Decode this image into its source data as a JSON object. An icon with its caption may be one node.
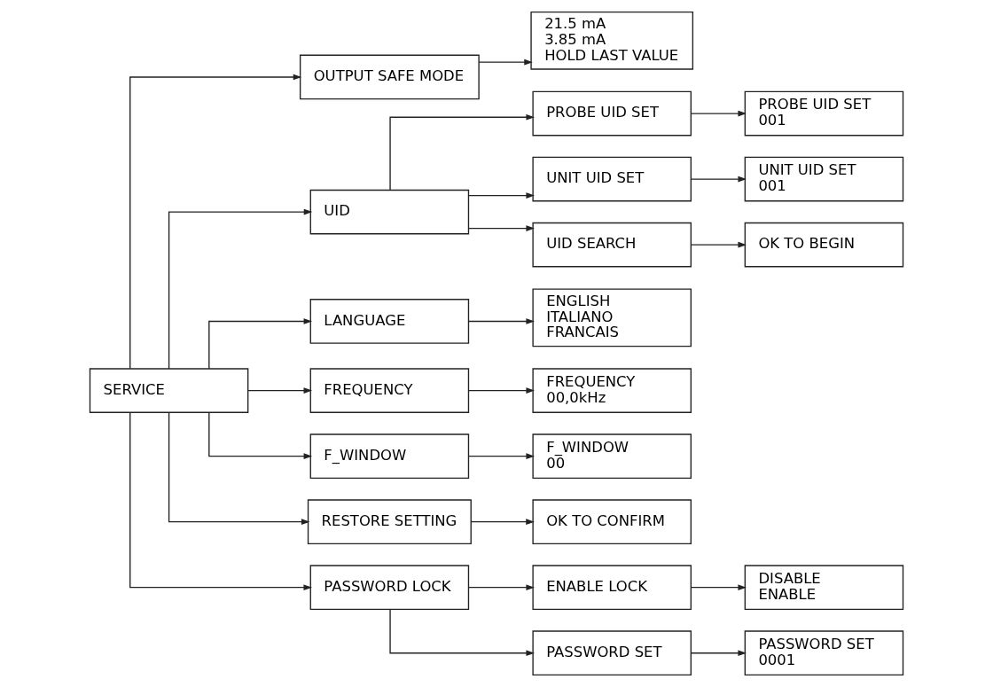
{
  "diagram": {
    "nodes": [
      {
        "text": [
          "SERVICE"
        ]
      },
      {
        "text": [
          "OUTPUT SAFE MODE"
        ]
      },
      {
        "text": [
          "21.5 mA",
          "3.85 mA",
          "HOLD LAST VALUE"
        ]
      },
      {
        "text": [
          "UID"
        ]
      },
      {
        "text": [
          "PROBE UID SET"
        ]
      },
      {
        "text": [
          "PROBE UID SET",
          "001"
        ]
      },
      {
        "text": [
          "UNIT UID SET"
        ]
      },
      {
        "text": [
          "UNIT UID SET",
          "001"
        ]
      },
      {
        "text": [
          "UID SEARCH"
        ]
      },
      {
        "text": [
          "OK TO BEGIN"
        ]
      },
      {
        "text": [
          "LANGUAGE"
        ]
      },
      {
        "text": [
          "ENGLISH",
          "ITALIANO",
          "FRANCAIS"
        ]
      },
      {
        "text": [
          "FREQUENCY"
        ]
      },
      {
        "text": [
          "FREQUENCY",
          "00,0kHz"
        ]
      },
      {
        "text": [
          "F_WINDOW"
        ]
      },
      {
        "text": [
          "F_WINDOW",
          "00"
        ]
      },
      {
        "text": [
          "RESTORE SETTING"
        ]
      },
      {
        "text": [
          "OK TO CONFIRM"
        ]
      },
      {
        "text": [
          "PASSWORD LOCK"
        ]
      },
      {
        "text": [
          "ENABLE LOCK"
        ]
      },
      {
        "text": [
          "DISABLE",
          "ENABLE"
        ]
      },
      {
        "text": [
          "PASSWORD SET"
        ]
      },
      {
        "text": [
          "PASSWORD SET",
          "0001"
        ]
      }
    ],
    "edges": [
      {
        "from": 0,
        "to": 1,
        "arrow": "to"
      },
      {
        "from": 1,
        "to": 2,
        "arrow": "to"
      },
      {
        "from": 0,
        "to": 3,
        "arrow": "to"
      },
      {
        "from": 3,
        "to": 4,
        "arrow": "to"
      },
      {
        "from": 4,
        "to": 5,
        "arrow": "to"
      },
      {
        "from": 3,
        "to": 6,
        "arrow": "to"
      },
      {
        "from": 6,
        "to": 7,
        "arrow": "to"
      },
      {
        "from": 3,
        "to": 8,
        "arrow": "to"
      },
      {
        "from": 8,
        "to": 9,
        "arrow": "to"
      },
      {
        "from": 0,
        "to": 10,
        "arrow": "to"
      },
      {
        "from": 10,
        "to": 11,
        "arrow": "to"
      },
      {
        "from": 0,
        "to": 12,
        "arrow": "to"
      },
      {
        "from": 12,
        "to": 13,
        "arrow": "to"
      },
      {
        "from": 0,
        "to": 14,
        "arrow": "to"
      },
      {
        "from": 14,
        "to": 15,
        "arrow": "to"
      },
      {
        "from": 0,
        "to": 16,
        "arrow": "to"
      },
      {
        "from": 16,
        "to": 17,
        "arrow": "to"
      },
      {
        "from": 0,
        "to": 18,
        "arrow": "to"
      },
      {
        "from": 18,
        "to": 19,
        "arrow": "to"
      },
      {
        "from": 19,
        "to": 20,
        "arrow": "to"
      },
      {
        "from": 18,
        "to": 21,
        "arrow": "to"
      },
      {
        "from": 21,
        "to": 22,
        "arrow": "to"
      }
    ]
  }
}
